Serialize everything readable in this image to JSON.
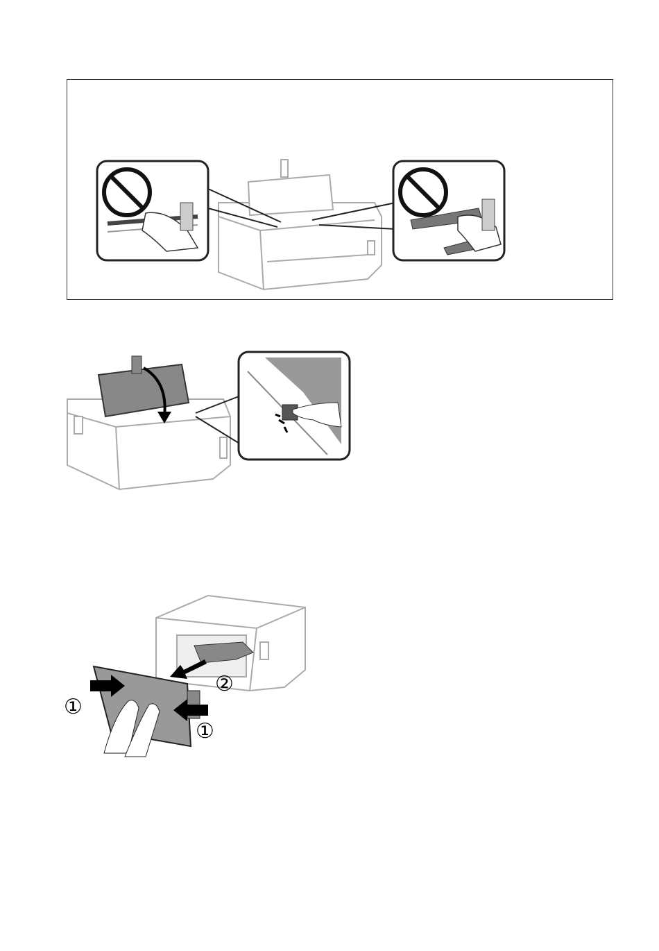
{
  "document": {
    "figure_1": {
      "caption": ""
    },
    "figure_2": {
      "caption": ""
    },
    "figure_3": {
      "step_1_left": "①",
      "step_1_right": "①",
      "step_2": "②"
    }
  }
}
